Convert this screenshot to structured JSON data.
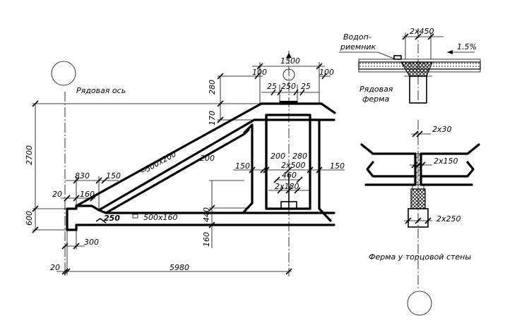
{
  "labels": {
    "ordinary_axis": "Рядовая ось",
    "gutter_line1": "Водоп-",
    "gutter_line2": "риемник",
    "ordinary_truss_line1": "Рядовая",
    "ordinary_truss_line2": "ферма",
    "end_wall_truss": "Ферма у торцовой стены",
    "slope": "1.5%"
  },
  "dimensions": {
    "top_width": "1500",
    "left_100": "100",
    "right_100": "100",
    "d25_left": "25",
    "d250": "250",
    "d25_right": "25",
    "d280": "280",
    "d170": "170",
    "d2700": "2700",
    "d600": "600",
    "d830": "830",
    "d150_left": "150",
    "d20_top": "20",
    "d160_top": "160",
    "d300": "300",
    "d20_bottom": "20",
    "d5980": "5980",
    "d440": "440",
    "d160_bottom": "160",
    "d200_slope": "200",
    "d150_mid_left": "150",
    "d200_mid": "200",
    "d280_mid": "280",
    "d2x500": "2x500",
    "d150_mid_right": "150",
    "d460": "460",
    "d2x180": "2x180",
    "brace_section": "500x200",
    "chord_section": "500x160",
    "d250_corner": "250",
    "d2x450": "2x450",
    "d2x30": "2x30",
    "d2x150": "2x150",
    "d2x250": "2x250"
  }
}
